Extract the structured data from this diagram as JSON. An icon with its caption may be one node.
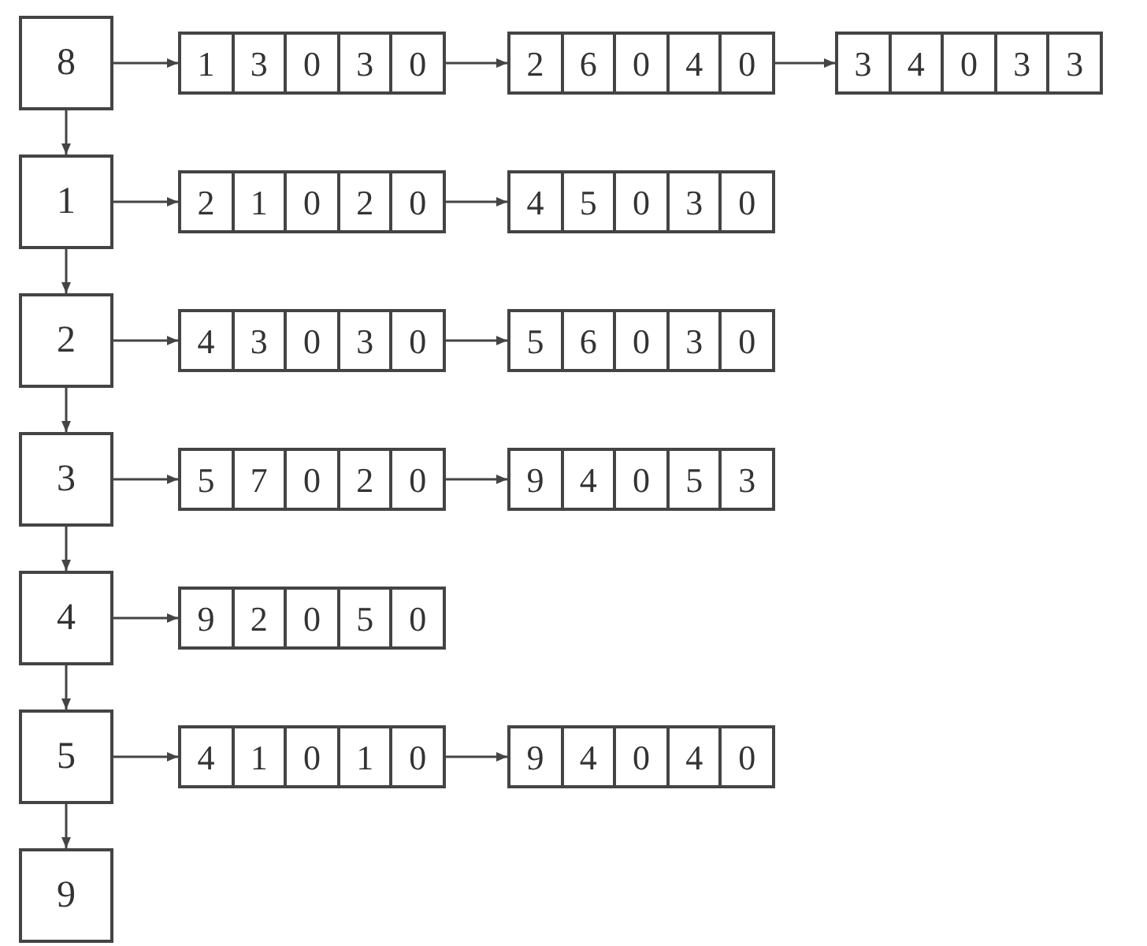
{
  "diagram": {
    "nodes": [
      {
        "text": [
          "8"
        ]
      },
      {
        "text": [
          "1",
          "3",
          "0",
          "3",
          "0"
        ]
      },
      {
        "text": [
          "2",
          "6",
          "0",
          "4",
          "0"
        ]
      },
      {
        "text": [
          "3",
          "4",
          "0",
          "3",
          "3"
        ]
      },
      {
        "text": [
          "1"
        ]
      },
      {
        "text": [
          "2",
          "1",
          "0",
          "2",
          "0"
        ]
      },
      {
        "text": [
          "4",
          "5",
          "0",
          "3",
          "0"
        ]
      },
      {
        "text": [
          "2"
        ]
      },
      {
        "text": [
          "4",
          "3",
          "0",
          "3",
          "0"
        ]
      },
      {
        "text": [
          "5",
          "6",
          "0",
          "3",
          "0"
        ]
      },
      {
        "text": [
          "3"
        ]
      },
      {
        "text": [
          "5",
          "7",
          "0",
          "2",
          "0"
        ]
      },
      {
        "text": [
          "9",
          "4",
          "0",
          "5",
          "3"
        ]
      },
      {
        "text": [
          "4"
        ]
      },
      {
        "text": [
          "9",
          "2",
          "0",
          "5",
          "0"
        ]
      },
      {
        "text": [
          "5"
        ]
      },
      {
        "text": [
          "4",
          "1",
          "0",
          "1",
          "0"
        ]
      },
      {
        "text": [
          "9",
          "4",
          "0",
          "4",
          "0"
        ]
      },
      {
        "text": [
          "9"
        ]
      }
    ],
    "edges": [
      {
        "from": 0,
        "to": 1,
        "arrow": "to"
      },
      {
        "from": 1,
        "to": 2,
        "arrow": "to"
      },
      {
        "from": 2,
        "to": 3,
        "arrow": "to"
      },
      {
        "from": 0,
        "to": 4,
        "arrow": "to"
      },
      {
        "from": 4,
        "to": 5,
        "arrow": "to"
      },
      {
        "from": 5,
        "to": 6,
        "arrow": "to"
      },
      {
        "from": 4,
        "to": 7,
        "arrow": "to"
      },
      {
        "from": 7,
        "to": 8,
        "arrow": "to"
      },
      {
        "from": 8,
        "to": 9,
        "arrow": "to"
      },
      {
        "from": 7,
        "to": 10,
        "arrow": "to"
      },
      {
        "from": 10,
        "to": 11,
        "arrow": "to"
      },
      {
        "from": 11,
        "to": 12,
        "arrow": "to"
      },
      {
        "from": 10,
        "to": 13,
        "arrow": "to"
      },
      {
        "from": 13,
        "to": 14,
        "arrow": "to"
      },
      {
        "from": 13,
        "to": 15,
        "arrow": "to"
      },
      {
        "from": 15,
        "to": 16,
        "arrow": "to"
      },
      {
        "from": 16,
        "to": 17,
        "arrow": "to"
      },
      {
        "from": 15,
        "to": 18,
        "arrow": "to"
      }
    ]
  }
}
